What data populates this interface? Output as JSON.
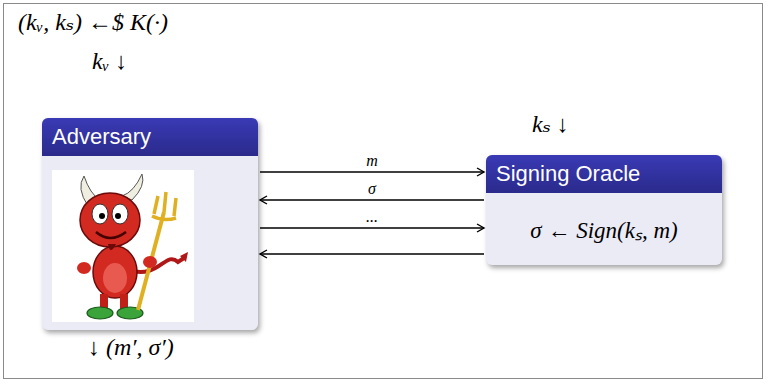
{
  "diagram": {
    "nodes": [
      {
        "text": [
          "Adversary"
        ]
      },
      {
        "text": [
          "Signing Oracle",
          "σ ← Sign(kₛ, m)"
        ]
      }
    ],
    "edges": [
      {
        "from": 0,
        "to": 1,
        "arrow": "to",
        "label": "m"
      },
      {
        "from": 1,
        "to": 0,
        "arrow": "to",
        "label": "σ"
      },
      {
        "from": 0,
        "to": 1,
        "arrow": "to",
        "label": "..."
      },
      {
        "from": 1,
        "to": 0,
        "arrow": "to"
      }
    ],
    "labels": [
      "(kᵥ, kₛ) ←$ K(·)",
      "kᵥ ↓",
      "kₛ ↓",
      "↓ (m′, σ′)"
    ]
  }
}
